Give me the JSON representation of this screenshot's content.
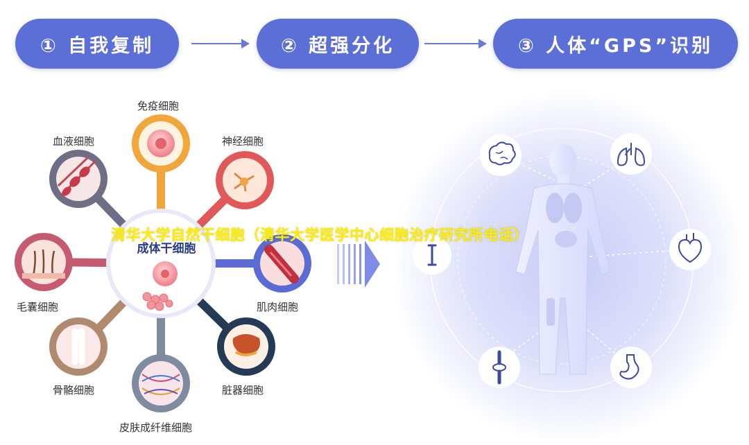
{
  "steps": [
    {
      "label": "① 自我复制"
    },
    {
      "label": "② 超强分化"
    },
    {
      "label": "③ 人体“GPS”识别"
    }
  ],
  "center": {
    "title": "成体干细胞"
  },
  "cells": {
    "immune": "免疫细胞",
    "nerve": "神经细胞",
    "blood": "血液细胞",
    "hair": "毛囊细胞",
    "muscle": "肌肉细胞",
    "bone": "骨骼细胞",
    "organ": "脏器细胞",
    "skin": "皮肤成纤维细胞"
  },
  "watermark": "清华大学自然干细胞（清华大学医学中心细胞治疗研究所电话）",
  "icons": [
    "brain-icon",
    "lungs-icon",
    "heart-icon",
    "stomach-icon",
    "knee-joint-icon",
    "bone-icon",
    "human-body-icon"
  ],
  "colors": {
    "step": "#5b6fd6",
    "immune": "#f0a63a",
    "nerve": "#e0585a",
    "blood": "#6e6f86",
    "hair": "#c65a70",
    "muscle": "#5a6cd4",
    "bone": "#b08a6e",
    "organ": "#243a55",
    "skin": "#7f8b9e"
  }
}
